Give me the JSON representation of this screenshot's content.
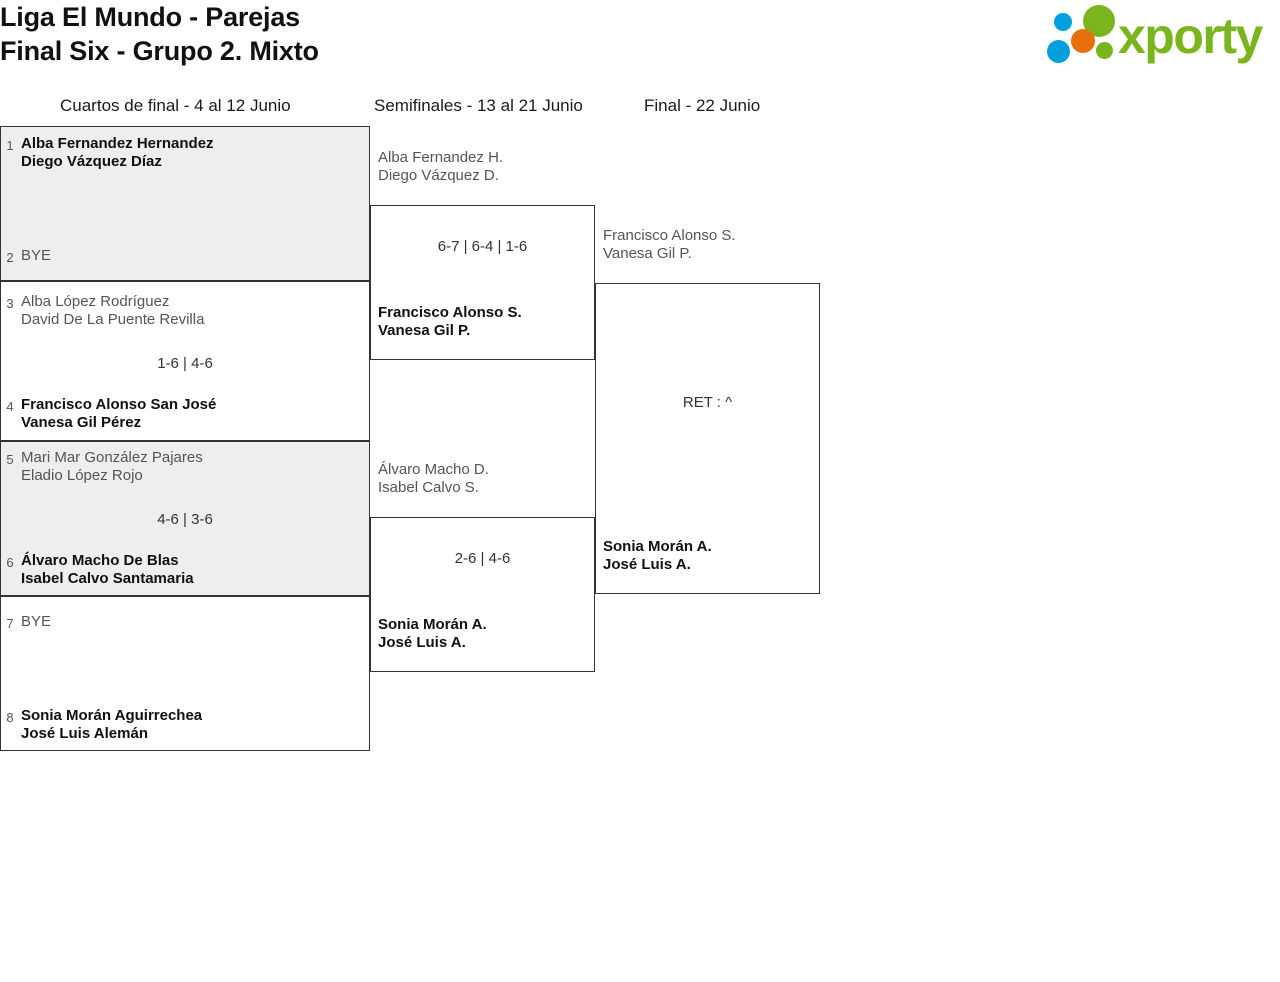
{
  "title": {
    "line1": "Liga El Mundo - Parejas",
    "line2": "Final Six - Grupo 2. Mixto"
  },
  "logo": {
    "word": "xporty",
    "word_color": "#7ab51d",
    "dot_colors": {
      "blue": "#00a0df",
      "orange": "#e8700a",
      "green": "#7ab51d"
    }
  },
  "rounds": [
    {
      "label": "Cuartos de final - 4 al 12 Junio"
    },
    {
      "label": "Semifinales - 13 al 21 Junio"
    },
    {
      "label": "Final - 22 Junio"
    }
  ],
  "bracket": {
    "round1": [
      {
        "score": "",
        "top": {
          "seed": "1",
          "player1": "Alba Fernandez Hernandez",
          "player2": "Diego Vázquez Díaz",
          "winner": true,
          "bye": false
        },
        "bottom": {
          "seed": "2",
          "player1": "BYE",
          "player2": "",
          "winner": false,
          "bye": true
        }
      },
      {
        "score": "1-6 | 4-6",
        "top": {
          "seed": "3",
          "player1": "Alba López Rodríguez",
          "player2": "David De La Puente Revilla",
          "winner": false,
          "bye": false
        },
        "bottom": {
          "seed": "4",
          "player1": "Francisco Alonso San José",
          "player2": "Vanesa Gil Pérez",
          "winner": true,
          "bye": false
        }
      },
      {
        "score": "4-6 | 3-6",
        "top": {
          "seed": "5",
          "player1": "Mari Mar González Pajares",
          "player2": "Eladio López Rojo",
          "winner": false,
          "bye": false
        },
        "bottom": {
          "seed": "6",
          "player1": "Álvaro Macho De Blas",
          "player2": "Isabel Calvo Santamaria",
          "winner": true,
          "bye": false
        }
      },
      {
        "score": "",
        "top": {
          "seed": "7",
          "player1": "BYE",
          "player2": "",
          "winner": false,
          "bye": true
        },
        "bottom": {
          "seed": "8",
          "player1": "Sonia Morán Aguirrechea",
          "player2": "José Luis Alemán",
          "winner": true,
          "bye": false
        }
      }
    ],
    "round2": [
      {
        "score": "6-7 | 6-4 | 1-6",
        "top": {
          "player1": "Alba Fernandez H.",
          "player2": "Diego Vázquez D.",
          "winner": false
        },
        "bottom": {
          "player1": "Francisco Alonso S.",
          "player2": "Vanesa Gil P.",
          "winner": true
        }
      },
      {
        "score": "2-6 | 4-6",
        "top": {
          "player1": "Álvaro Macho D.",
          "player2": "Isabel Calvo S.",
          "winner": false
        },
        "bottom": {
          "player1": "Sonia Morán A.",
          "player2": "José Luis A.",
          "winner": true
        }
      }
    ],
    "round3": [
      {
        "score": "RET : ^",
        "top": {
          "player1": "Francisco Alonso S.",
          "player2": "Vanesa Gil P.",
          "winner": false
        },
        "bottom": {
          "player1": "Sonia Morán A.",
          "player2": "José Luis A.",
          "winner": true
        }
      }
    ]
  }
}
